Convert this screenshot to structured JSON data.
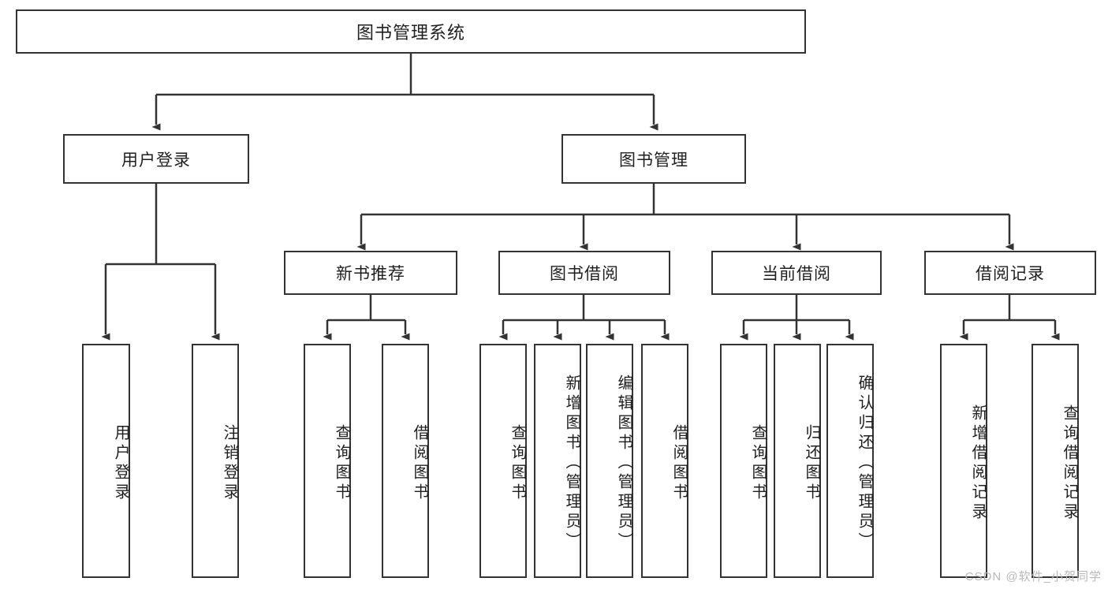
{
  "diagram": {
    "title_box": {
      "label": "图书管理系统"
    },
    "level2": [
      {
        "id": "user-login",
        "label": "用户登录"
      },
      {
        "id": "book-manage",
        "label": "图书管理"
      }
    ],
    "level3": [
      {
        "id": "new-book-recommend",
        "label": "新书推荐"
      },
      {
        "id": "book-borrow",
        "label": "图书借阅"
      },
      {
        "id": "current-borrow",
        "label": "当前借阅"
      },
      {
        "id": "borrow-record",
        "label": "借阅记录"
      }
    ],
    "leaves": {
      "user_login": [
        {
          "id": "leaf-user-login",
          "label": "用户登录"
        },
        {
          "id": "leaf-logout-login",
          "label": "注销登录"
        }
      ],
      "new_book_recommend": [
        {
          "id": "leaf-query-book-1",
          "label": "查询图书"
        },
        {
          "id": "leaf-borrow-book-1",
          "label": "借阅图书"
        }
      ],
      "book_borrow": [
        {
          "id": "leaf-query-book-2",
          "label": "查询图书"
        },
        {
          "id": "leaf-add-book",
          "label": "新增图书（管理员）"
        },
        {
          "id": "leaf-edit-book",
          "label": "编辑图书（管理员）"
        },
        {
          "id": "leaf-borrow-book-2",
          "label": "借阅图书"
        }
      ],
      "current_borrow": [
        {
          "id": "leaf-query-book-3",
          "label": "查询图书"
        },
        {
          "id": "leaf-return-book",
          "label": "归还图书"
        },
        {
          "id": "leaf-confirm-return",
          "label": "确认归还（管理员）"
        }
      ],
      "borrow_record": [
        {
          "id": "leaf-add-borrow-record",
          "label": "新增借阅记录"
        },
        {
          "id": "leaf-query-borrow-record",
          "label": "查询借阅记录"
        }
      ]
    }
  },
  "watermark": {
    "text": "CSDN @软件_小贺同学"
  },
  "colors": {
    "border": "#333333",
    "text": "#1f1f1f",
    "background": "#ffffff",
    "watermark": "#b9b9b9"
  }
}
